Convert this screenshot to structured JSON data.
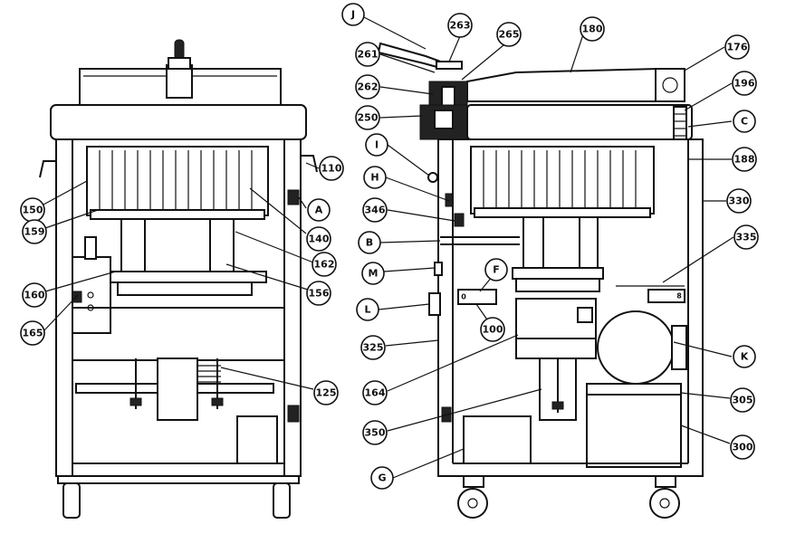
{
  "callouts": [
    {
      "id": "c150",
      "text": "150"
    },
    {
      "id": "c159",
      "text": "159"
    },
    {
      "id": "c160",
      "text": "160"
    },
    {
      "id": "c165",
      "text": "165"
    },
    {
      "id": "c110",
      "text": "110"
    },
    {
      "id": "cA",
      "text": "A"
    },
    {
      "id": "c140",
      "text": "140"
    },
    {
      "id": "c162",
      "text": "162"
    },
    {
      "id": "c156",
      "text": "156"
    },
    {
      "id": "c125",
      "text": "125"
    },
    {
      "id": "cJ",
      "text": "J"
    },
    {
      "id": "c263",
      "text": "263"
    },
    {
      "id": "c265",
      "text": "265"
    },
    {
      "id": "c180",
      "text": "180"
    },
    {
      "id": "c176",
      "text": "176"
    },
    {
      "id": "c261",
      "text": "261"
    },
    {
      "id": "c262",
      "text": "262"
    },
    {
      "id": "c196",
      "text": "196"
    },
    {
      "id": "c250",
      "text": "250"
    },
    {
      "id": "cC",
      "text": "C"
    },
    {
      "id": "cI",
      "text": "I"
    },
    {
      "id": "c188",
      "text": "188"
    },
    {
      "id": "cH",
      "text": "H"
    },
    {
      "id": "c330",
      "text": "330"
    },
    {
      "id": "c346",
      "text": "346"
    },
    {
      "id": "cB",
      "text": "B"
    },
    {
      "id": "c335",
      "text": "335"
    },
    {
      "id": "cM",
      "text": "M"
    },
    {
      "id": "cF",
      "text": "F"
    },
    {
      "id": "cL",
      "text": "L"
    },
    {
      "id": "c100",
      "text": "100"
    },
    {
      "id": "c325",
      "text": "325"
    },
    {
      "id": "cK",
      "text": "K"
    },
    {
      "id": "c164",
      "text": "164"
    },
    {
      "id": "c305",
      "text": "305"
    },
    {
      "id": "c350",
      "text": "350"
    },
    {
      "id": "c300",
      "text": "300"
    },
    {
      "id": "cG",
      "text": "G"
    }
  ],
  "panel_marks": {
    "zero_mark": "0",
    "eight_mark": "8"
  }
}
